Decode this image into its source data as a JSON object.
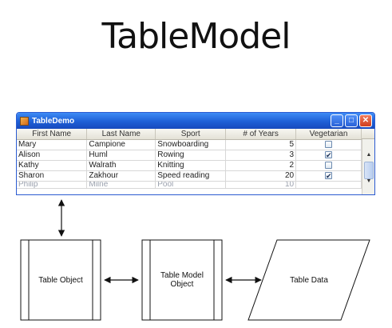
{
  "slide": {
    "title": "TableModel"
  },
  "window": {
    "title": "TableDemo",
    "icon": "java-cup-icon",
    "buttons": {
      "minimize": "_",
      "maximize": "□",
      "close": "✕"
    }
  },
  "table": {
    "columns": [
      "First Name",
      "Last Name",
      "Sport",
      "# of Years",
      "Vegetarian"
    ],
    "rows": [
      {
        "first": "Mary",
        "last": "Campione",
        "sport": "Snowboarding",
        "years": "5",
        "veg": false
      },
      {
        "first": "Alison",
        "last": "Huml",
        "sport": "Rowing",
        "years": "3",
        "veg": true
      },
      {
        "first": "Kathy",
        "last": "Walrath",
        "sport": "Knitting",
        "years": "2",
        "veg": false
      },
      {
        "first": "Sharon",
        "last": "Zakhour",
        "sport": "Speed reading",
        "years": "20",
        "veg": true
      },
      {
        "first": "Philip",
        "last": "Milne",
        "sport": "Pool",
        "years": "10",
        "veg": false
      }
    ]
  },
  "diagram": {
    "table_object": "Table Object",
    "table_model_object_line1": "Table Model",
    "table_model_object_line2": "Object",
    "table_data": "Table Data"
  }
}
